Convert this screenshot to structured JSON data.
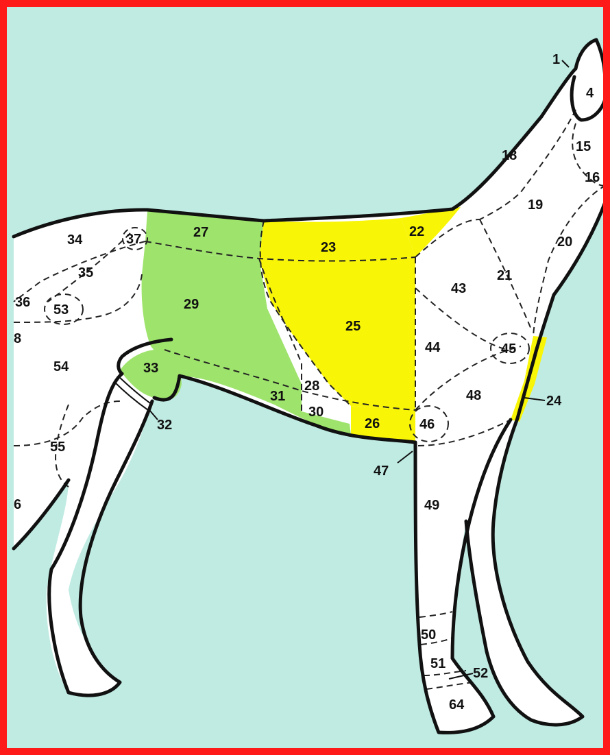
{
  "colors": {
    "background": "#bfebe2",
    "border": "#ff1a1a",
    "body": "#ffffff",
    "green": "#9ee36c",
    "yellow": "#f8f506",
    "outline": "#111111"
  },
  "region_labels": [
    {
      "id": "r1",
      "text": "1"
    },
    {
      "id": "r4",
      "text": "4"
    },
    {
      "id": "r15",
      "text": "15"
    },
    {
      "id": "r16",
      "text": "16"
    },
    {
      "id": "r18",
      "text": "18"
    },
    {
      "id": "r19",
      "text": "19"
    },
    {
      "id": "r20",
      "text": "20"
    },
    {
      "id": "r21",
      "text": "21"
    },
    {
      "id": "r22",
      "text": "22"
    },
    {
      "id": "r23",
      "text": "23"
    },
    {
      "id": "r24",
      "text": "24"
    },
    {
      "id": "r25",
      "text": "25"
    },
    {
      "id": "r26",
      "text": "26"
    },
    {
      "id": "r27",
      "text": "27"
    },
    {
      "id": "r28",
      "text": "28"
    },
    {
      "id": "r29",
      "text": "29"
    },
    {
      "id": "r30",
      "text": "30"
    },
    {
      "id": "r31",
      "text": "31"
    },
    {
      "id": "r32",
      "text": "32"
    },
    {
      "id": "r33",
      "text": "33"
    },
    {
      "id": "r34",
      "text": "34"
    },
    {
      "id": "r35",
      "text": "35"
    },
    {
      "id": "r36",
      "text": "36"
    },
    {
      "id": "r37",
      "text": "37"
    },
    {
      "id": "r38",
      "text": "8"
    },
    {
      "id": "r43",
      "text": "43"
    },
    {
      "id": "r44",
      "text": "44"
    },
    {
      "id": "r45",
      "text": "45"
    },
    {
      "id": "r46",
      "text": "46"
    },
    {
      "id": "r47",
      "text": "47"
    },
    {
      "id": "r48",
      "text": "48"
    },
    {
      "id": "r49",
      "text": "49"
    },
    {
      "id": "r50",
      "text": "50"
    },
    {
      "id": "r51",
      "text": "51"
    },
    {
      "id": "r52",
      "text": "52"
    },
    {
      "id": "r53",
      "text": "53"
    },
    {
      "id": "r54",
      "text": "54"
    },
    {
      "id": "r55",
      "text": "55"
    },
    {
      "id": "r56",
      "text": "6"
    },
    {
      "id": "r64",
      "text": "64"
    }
  ]
}
